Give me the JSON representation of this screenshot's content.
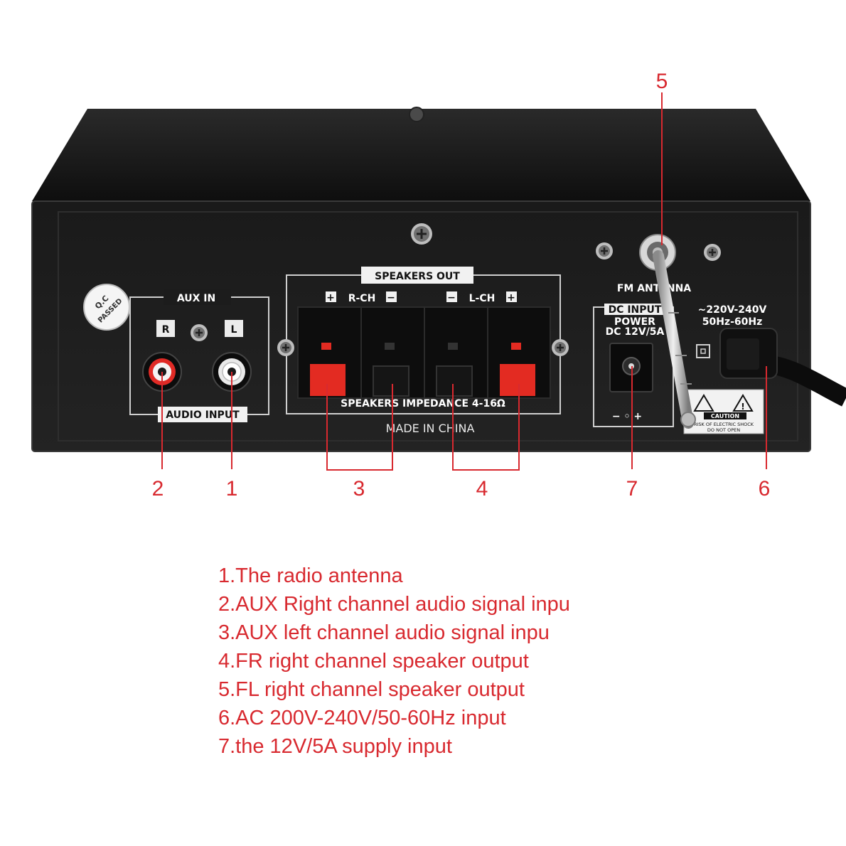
{
  "panel": {
    "qc_line1": "Q.C",
    "qc_line2": "PASSED",
    "aux_in": "AUX IN",
    "r": "R",
    "l": "L",
    "audio_input": "AUDIO INPUT",
    "speakers_out": "SPEAKERS OUT",
    "r_ch": "R-CH",
    "l_ch": "L-CH",
    "plus": "+",
    "minus": "−",
    "impedance": "SPEAKERS IMPEDANCE 4-16Ω",
    "made_in": "MADE IN CHINA",
    "fm_antenna": "FM ANTENNA",
    "dc_input": "DC INPUT",
    "power": "POWER",
    "dc_rating": "DC 12V/5A",
    "ac_rating": "~220V-240V",
    "ac_freq": "50Hz-60Hz",
    "caution": "CAUTION",
    "caution_sub1": "RISK OF ELECTRIC SHOCK",
    "caution_sub2": "DO NOT OPEN",
    "polarity": "− ◦ +"
  },
  "callouts": [
    "1",
    "2",
    "3",
    "4",
    "5",
    "6",
    "7"
  ],
  "legend": [
    "1.The radio antenna",
    "2.AUX Right channel audio signal inpu",
    "3.AUX left channel audio signal inpu",
    "4.FR right channel speaker output",
    "5.FL right channel speaker output",
    "6.AC 200V-240V/50-60Hz input",
    "7.the 12V/5A supply input"
  ],
  "colors": {
    "accent": "#d8292f",
    "chassis": "#161616",
    "panel": "#1c1c1c",
    "terminal_red": "#e32b22"
  }
}
